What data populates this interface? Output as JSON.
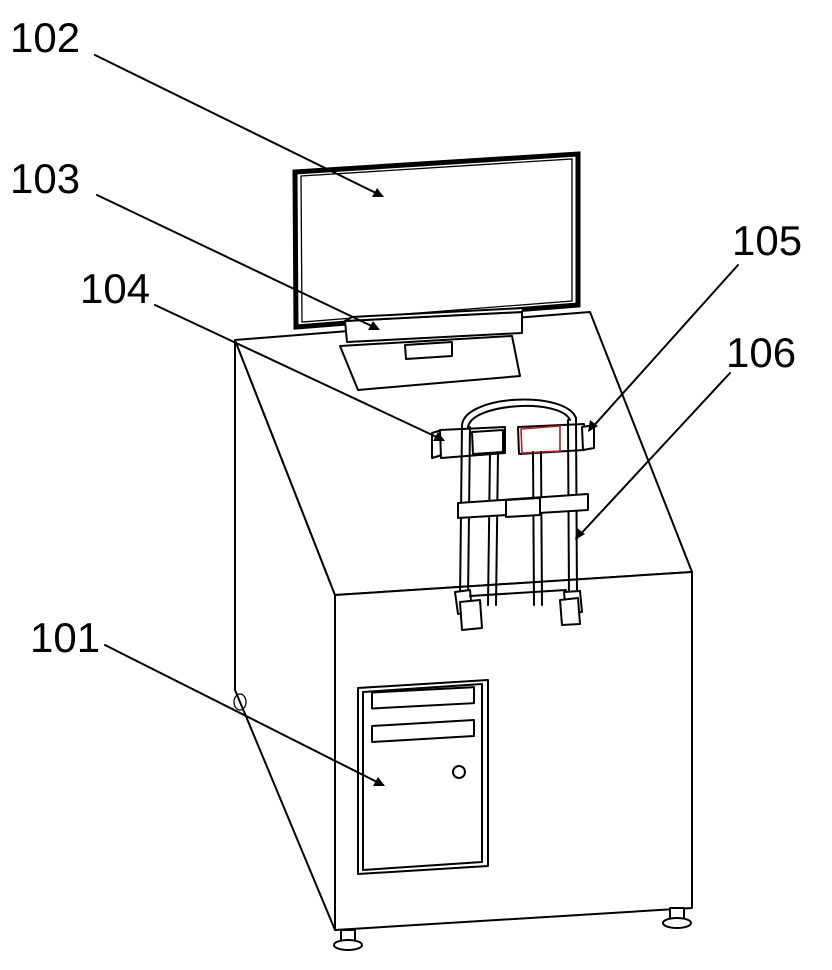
{
  "labels": {
    "l101": "101",
    "l102": "102",
    "l103": "103",
    "l104": "104",
    "l105": "105",
    "l106": "106"
  },
  "colors": {
    "line": "#000000",
    "background": "#ffffff",
    "accent_marker": "#b22222"
  }
}
